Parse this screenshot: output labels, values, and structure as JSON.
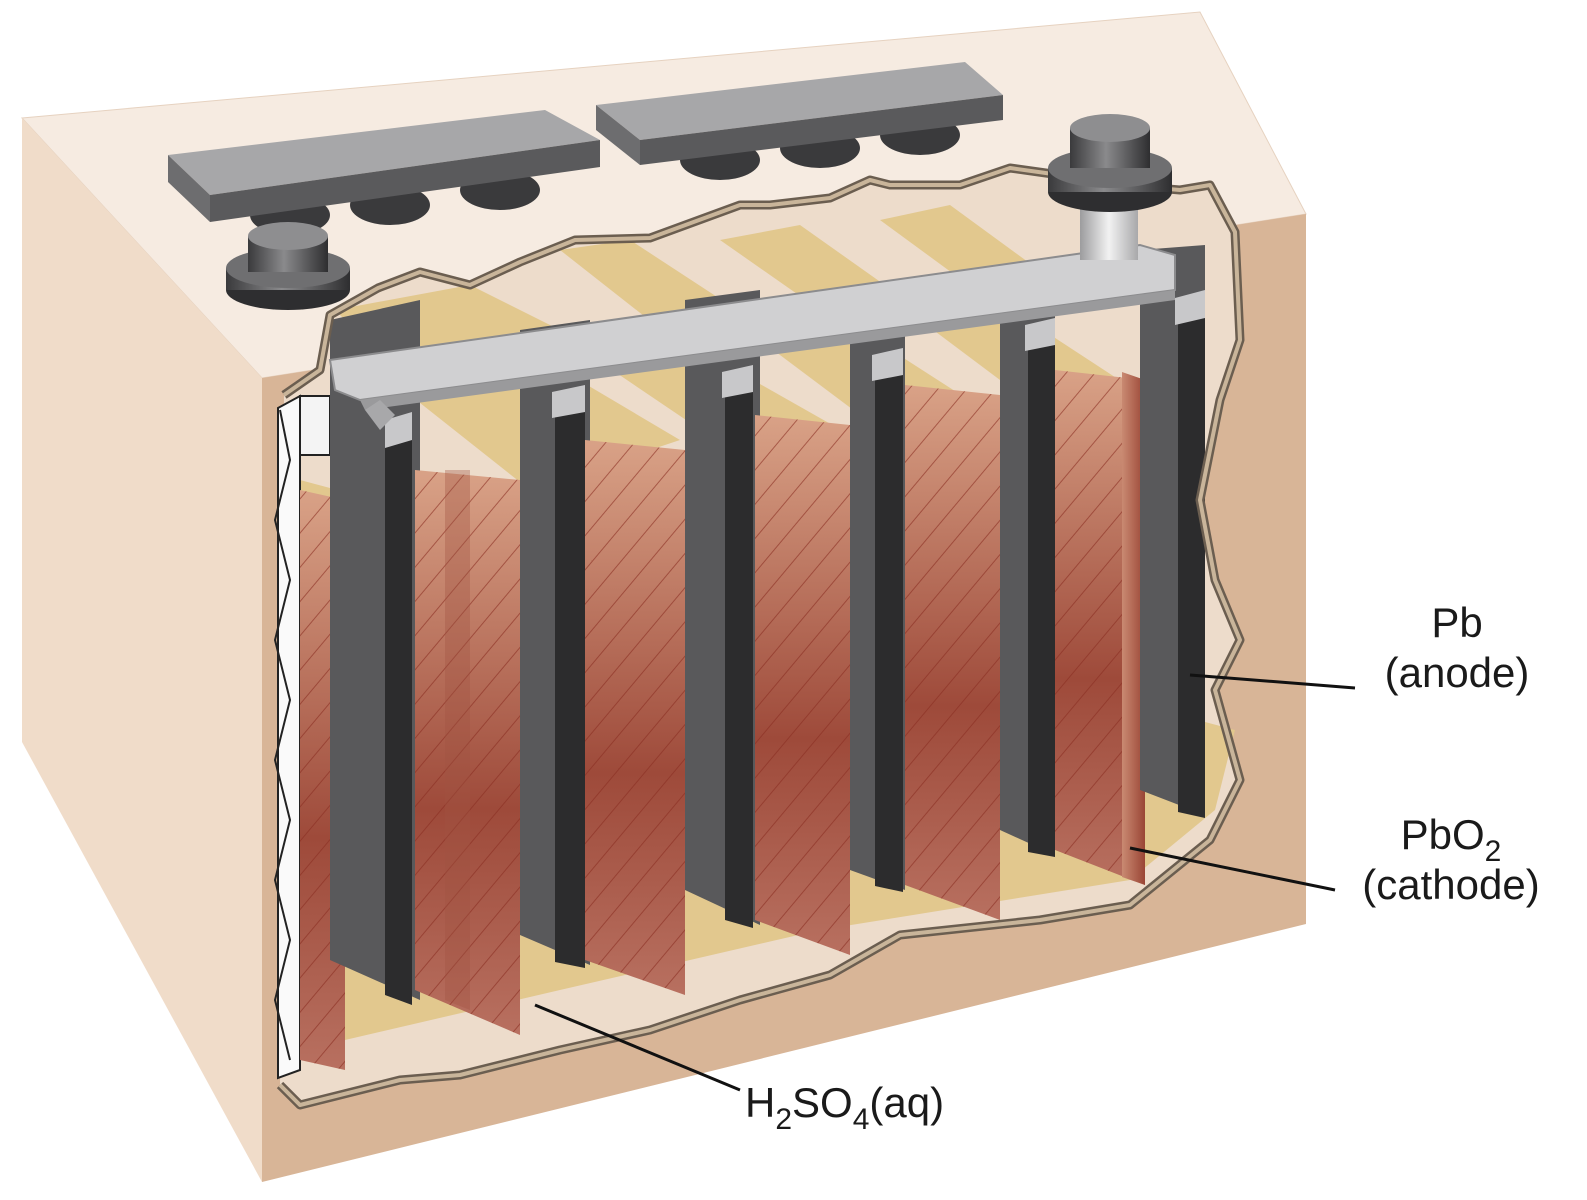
{
  "labels": {
    "anode": {
      "name": "Pb",
      "role": "(anode)"
    },
    "cathode": {
      "name_main": "PbO",
      "name_sub": "2",
      "role": "(cathode)"
    },
    "electrolyte": {
      "p1": "H",
      "s1": "2",
      "p2": "SO",
      "s2": "4",
      "p3": "(aq)"
    }
  },
  "colors": {
    "case_front": "#f2e4d8",
    "case_side": "#d9b598",
    "case_top": "#f6ebe1",
    "anode_plate": "#5a5a5c",
    "anode_edge": "#2b2b2c",
    "cathode_plate": "#b06a55",
    "electrolyte": "#e2c88e",
    "connector": "#bdbdbf"
  },
  "icons": [
    "terminal-post",
    "cell-connector-bar",
    "cutaway-outline"
  ]
}
